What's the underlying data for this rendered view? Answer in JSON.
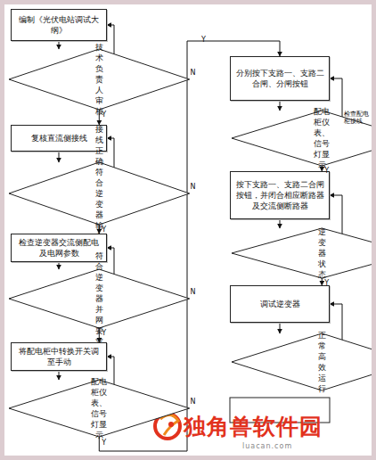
{
  "diagram": {
    "nodes": [
      {
        "text": [
          "编制《光伏电站调试大纲》"
        ]
      },
      {
        "text": [
          "技术负责人审核"
        ]
      },
      {
        "text": [
          "复核直流侧接线"
        ]
      },
      {
        "text": [
          "接线正确符合逆变器输入要求"
        ]
      },
      {
        "text": [
          "检查逆变器交流侧配电及电网参数"
        ]
      },
      {
        "text": [
          "符合逆变器并网要求"
        ]
      },
      {
        "text": [
          "将配电柜中转换开关调至手动"
        ]
      },
      {
        "text": [
          "配电柜仪表、信号灯显示"
        ]
      },
      {
        "text": [
          "分别按下支路一、支路二合闸、分闸按钮"
        ]
      },
      {
        "text": [
          "配电柜仪表、信号灯显示"
        ]
      },
      {
        "text": [
          "按下支路一、支路二合闸按钮，并闭合相应断路器及交流侧断路器"
        ]
      },
      {
        "text": [
          "逆变器状态"
        ]
      },
      {
        "text": [
          "调试逆变器"
        ]
      },
      {
        "text": [
          "正常高效运行"
        ]
      }
    ],
    "edges": [
      {
        "from": 0,
        "to": 1,
        "arrow": "to"
      },
      {
        "from": 1,
        "to": 2,
        "label": "Y",
        "arrow": "to"
      },
      {
        "from": 1,
        "to": 0,
        "label": "N",
        "arrow": "to"
      },
      {
        "from": 2,
        "to": 3,
        "arrow": "to"
      },
      {
        "from": 3,
        "to": 4,
        "label": "Y",
        "arrow": "to"
      },
      {
        "from": 3,
        "to": 2,
        "label": "N",
        "arrow": "to"
      },
      {
        "from": 4,
        "to": 5,
        "arrow": "to"
      },
      {
        "from": 5,
        "to": 6,
        "label": "Y",
        "arrow": "to"
      },
      {
        "from": 5,
        "to": 4,
        "label": "N",
        "arrow": "to"
      },
      {
        "from": 6,
        "to": 7,
        "arrow": "to"
      },
      {
        "from": 7,
        "to": 6,
        "label": "N",
        "arrow": "to"
      },
      {
        "from": 7,
        "to": 8,
        "label": "Y",
        "arrow": "to"
      },
      {
        "from": 8,
        "to": 9,
        "arrow": "to"
      },
      {
        "from": 9,
        "to": 10,
        "label": "Y",
        "arrow": "to"
      },
      {
        "from": 9,
        "to": 8,
        "label": "N",
        "arrow": "to"
      },
      {
        "from": 10,
        "to": 11,
        "arrow": "to"
      },
      {
        "from": 11,
        "to": 12,
        "label": "Y",
        "arrow": "to"
      },
      {
        "from": 11,
        "to": 10,
        "label": "N",
        "arrow": "to"
      },
      {
        "from": 12,
        "to": 13,
        "arrow": "to"
      },
      {
        "from": 13,
        "to": 12,
        "label": "N",
        "arrow": "to"
      }
    ],
    "labels": [
      "Y",
      "检查配电柜接线",
      "独角兽软件园",
      "luacan.com"
    ]
  }
}
